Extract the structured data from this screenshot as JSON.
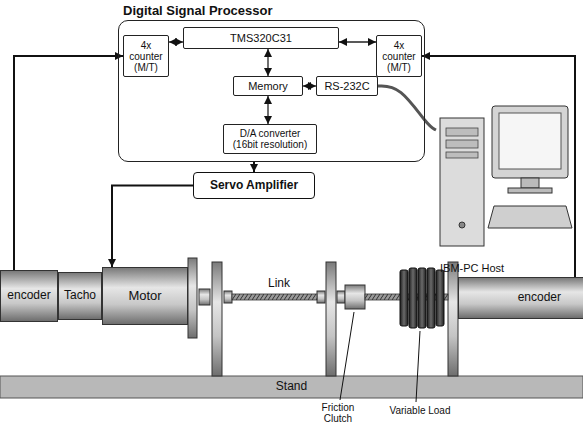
{
  "diagram": {
    "nodes": [
      {
        "text": [
          "Digital Signal Processor"
        ]
      },
      {
        "text": [
          "4x counter (M/T)"
        ],
        "in": 0
      },
      {
        "text": [
          "TMS320C31"
        ],
        "in": 0
      },
      {
        "text": [
          "4x counter (M/T)"
        ],
        "in": 0
      },
      {
        "text": [
          "Memory"
        ],
        "in": 0
      },
      {
        "text": [
          "RS-232C"
        ],
        "in": 0
      },
      {
        "text": [
          "D/A converter (16bit resolution)"
        ],
        "in": 0
      },
      {
        "text": [
          "Servo Amplifier"
        ]
      },
      {
        "text": [
          "IBM-PC Host"
        ]
      },
      {
        "text": [
          "encoder"
        ]
      },
      {
        "text": [
          "Tacho"
        ]
      },
      {
        "text": [
          "Motor"
        ]
      },
      {
        "text": [
          "encoder"
        ]
      },
      {
        "text": [
          "Stand"
        ]
      }
    ],
    "edges": [
      {
        "from": 9,
        "to": 1,
        "arrow": "to"
      },
      {
        "from": 12,
        "to": 3,
        "arrow": "to"
      },
      {
        "from": 1,
        "to": 2,
        "arrow": "both"
      },
      {
        "from": 2,
        "to": 3,
        "arrow": "both"
      },
      {
        "from": 2,
        "to": 4,
        "arrow": "both"
      },
      {
        "from": 4,
        "to": 5,
        "arrow": "both"
      },
      {
        "from": 4,
        "to": 6,
        "arrow": "both"
      },
      {
        "from": 0,
        "to": 7,
        "arrow": "to"
      },
      {
        "from": 7,
        "to": 11,
        "arrow": "to"
      },
      {
        "from": 5,
        "to": 8,
        "arrow": "none"
      }
    ],
    "labels": [
      "Link",
      "Friction Clutch",
      "Variable Load"
    ]
  }
}
